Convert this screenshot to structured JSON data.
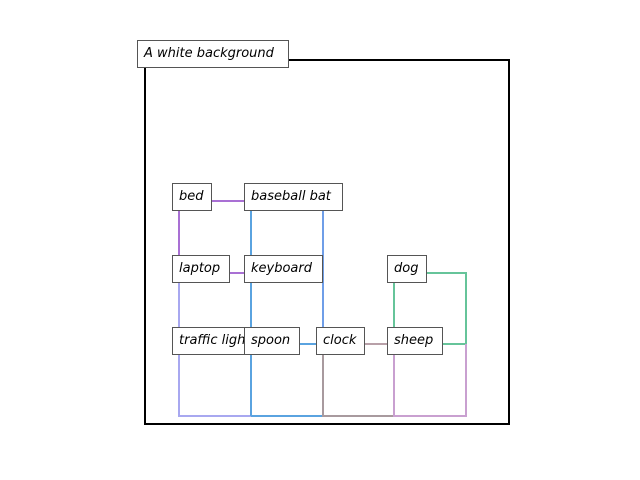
{
  "title": "A white background",
  "nodes": [
    {
      "id": "bed",
      "label": "bed"
    },
    {
      "id": "baseball_bat",
      "label": "baseball bat"
    },
    {
      "id": "laptop",
      "label": "laptop"
    },
    {
      "id": "keyboard",
      "label": "keyboard"
    },
    {
      "id": "dog",
      "label": "dog"
    },
    {
      "id": "traffic_light",
      "label": "traffic light"
    },
    {
      "id": "spoon",
      "label": "spoon"
    },
    {
      "id": "clock",
      "label": "clock"
    },
    {
      "id": "sheep",
      "label": "sheep"
    }
  ],
  "edges": [
    {
      "from": "bed",
      "to": "baseball_bat",
      "color": "#a970d4"
    },
    {
      "from": "laptop",
      "to": "keyboard",
      "color": "#a970d4"
    },
    {
      "from": "baseball_bat",
      "to": "clock",
      "color": "#6f9ee8"
    },
    {
      "from": "traffic_light",
      "to": "spoon",
      "color": "#a8a8f0"
    },
    {
      "from": "spoon",
      "to": "clock",
      "color": "#5aa3e0"
    },
    {
      "from": "clock",
      "to": "sheep",
      "color": "#b8a0a8"
    },
    {
      "from": "dog",
      "to": "sheep",
      "color": "#66c49a"
    },
    {
      "from": "sheep",
      "to": "sheep",
      "color": "#c9a0d0"
    }
  ]
}
